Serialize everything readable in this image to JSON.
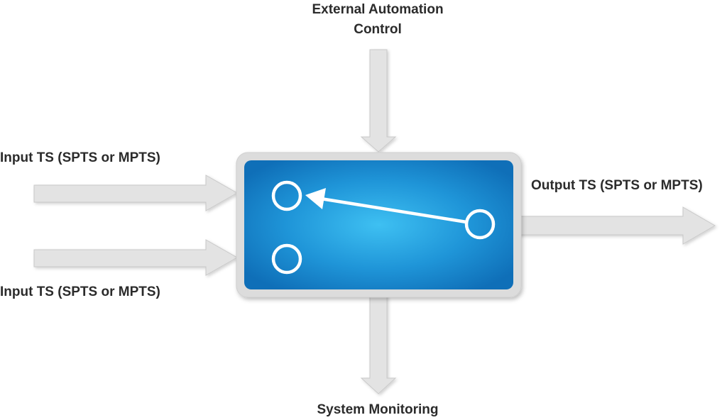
{
  "labels": {
    "top_line1": "External Automation",
    "top_line2": "Control",
    "input_1": "Input TS (SPTS or MPTS)",
    "input_2": "Input TS (SPTS or MPTS)",
    "output": "Output TS (SPTS or MPTS)",
    "bottom": "System Monitoring"
  },
  "colors": {
    "arrow_fill": "#e3e3e3",
    "arrow_stroke": "#c9c9c9",
    "box_border": "#dcdcdc",
    "box_center": "#3ec0f2",
    "box_edge": "#0f6fb8",
    "switch": "#ffffff",
    "text": "#2b2b2b"
  }
}
